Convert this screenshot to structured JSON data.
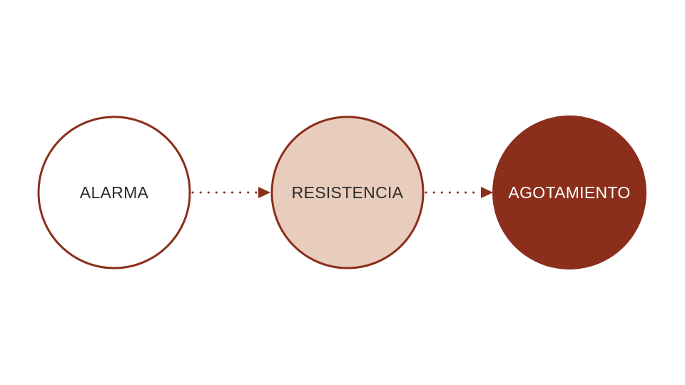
{
  "diagram": {
    "colors": {
      "background": "#ffffff",
      "accent": "#8b2f1c",
      "light_fill": "#e8cdbd",
      "dark_text": "#2b2b2b",
      "light_text": "#ffffff"
    },
    "stages": [
      {
        "label": "ALARMA",
        "fill": "#ffffff",
        "text_color": "#2b2b2b"
      },
      {
        "label": "RESISTENCIA",
        "fill": "#e8cdbd",
        "text_color": "#2b2b2b"
      },
      {
        "label": "AGOTAMIENTO",
        "fill": "#8b2f1c",
        "text_color": "#ffffff"
      }
    ],
    "connectors": [
      {
        "from": "ALARMA",
        "to": "RESISTENCIA",
        "style": "dotted-arrow"
      },
      {
        "from": "RESISTENCIA",
        "to": "AGOTAMIENTO",
        "style": "dotted-arrow"
      }
    ]
  }
}
